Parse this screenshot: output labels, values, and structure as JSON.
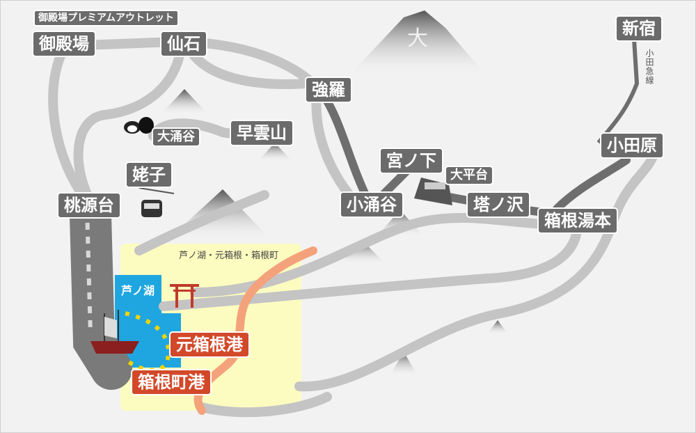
{
  "stations": {
    "gotemba_outlet": "御殿場プレミアムアウトレット",
    "gotemba": "御殿場",
    "sengokuhara": "仙石",
    "gora": "強羅",
    "owakudani": "大涌谷",
    "souunzan": "早雲山",
    "ubako": "姥子",
    "togendai": "桃源台",
    "shinjuku": "新宿",
    "odawara": "小田原",
    "miyanoshita": "宮ノ下",
    "ohiradai": "大平台",
    "kowakidani": "小涌谷",
    "tonosawa": "塔ノ沢",
    "hakone_yumoto": "箱根湯本",
    "motohakone_port": "元箱根港",
    "hakonemachi_port": "箱根町港"
  },
  "areas": {
    "lake_title": "芦ノ湖・元箱根・箱根町",
    "lake_name": "芦ノ湖",
    "odakyu_line": "小田急線",
    "mountain_char": "大"
  },
  "colors": {
    "road": "#c4c4c4",
    "rail": "#6e6e6e",
    "label_bg": "#6b6b6b",
    "port_label": "#d2492a",
    "lake": "#1fa6e0",
    "lake_area": "#fdfcc0",
    "route_orange": "#f4a27b",
    "ferry_dots": "#f3d400"
  },
  "icons": [
    "mountain-icon",
    "onsen-egg-icon",
    "ropeway-gondola-icon",
    "train-icon",
    "torii-icon",
    "pirate-ship-icon"
  ]
}
